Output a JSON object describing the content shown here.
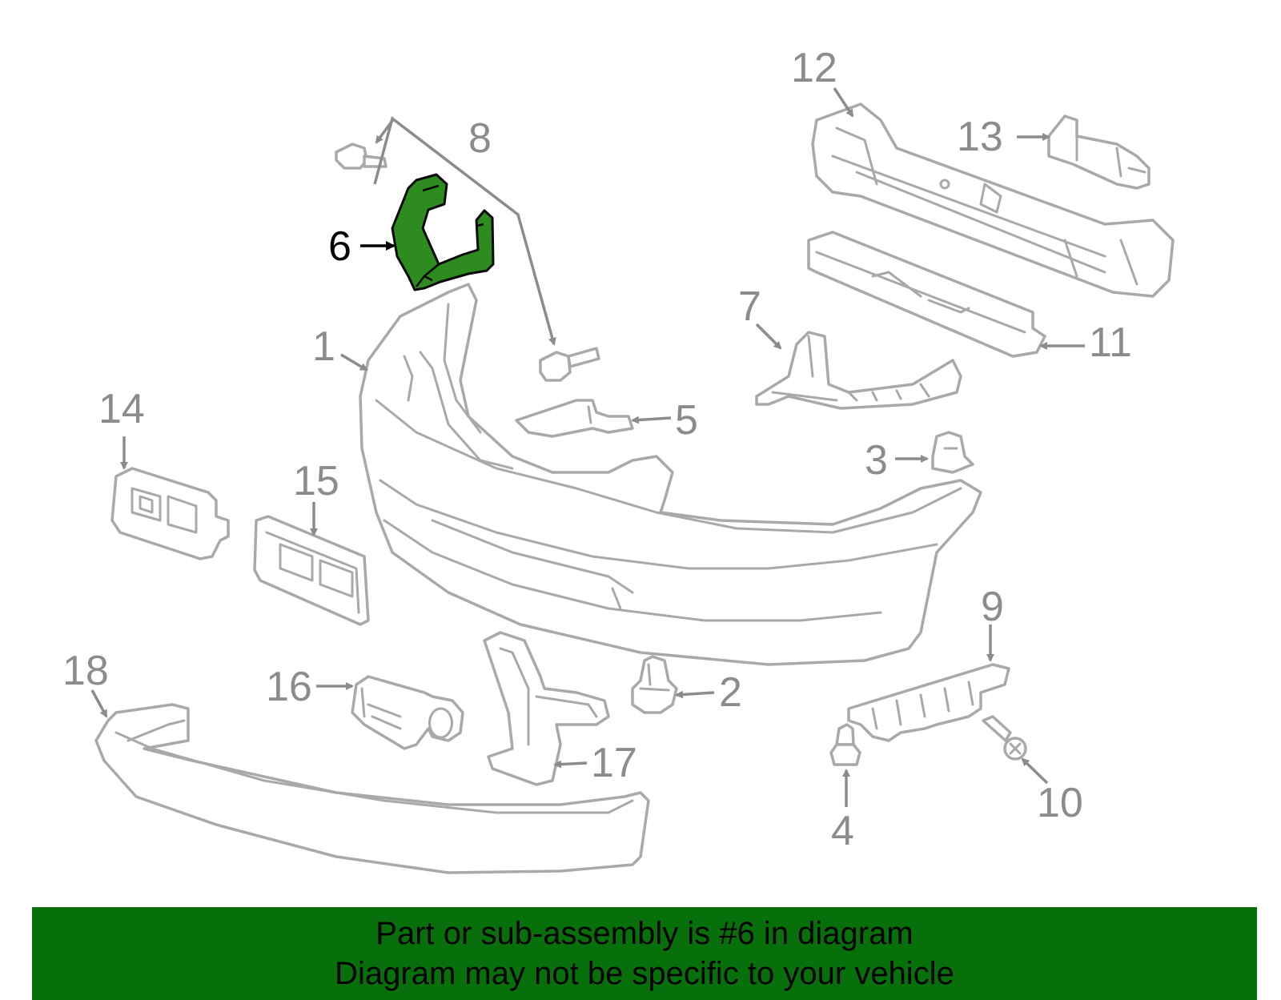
{
  "callouts": {
    "c1": "1",
    "c2": "2",
    "c3": "3",
    "c4": "4",
    "c5": "5",
    "c6": "6",
    "c7": "7",
    "c8": "8",
    "c9": "9",
    "c10": "10",
    "c11": "11",
    "c12": "12",
    "c13": "13",
    "c14": "14",
    "c15": "15",
    "c16": "16",
    "c17": "17",
    "c18": "18"
  },
  "highlight": {
    "part_number": "6",
    "color": "#2e8b1f"
  },
  "banner": {
    "line1": "Part or sub-assembly is #6 in diagram",
    "line2": "Diagram may not be specific to your vehicle",
    "background": "#08700b"
  }
}
